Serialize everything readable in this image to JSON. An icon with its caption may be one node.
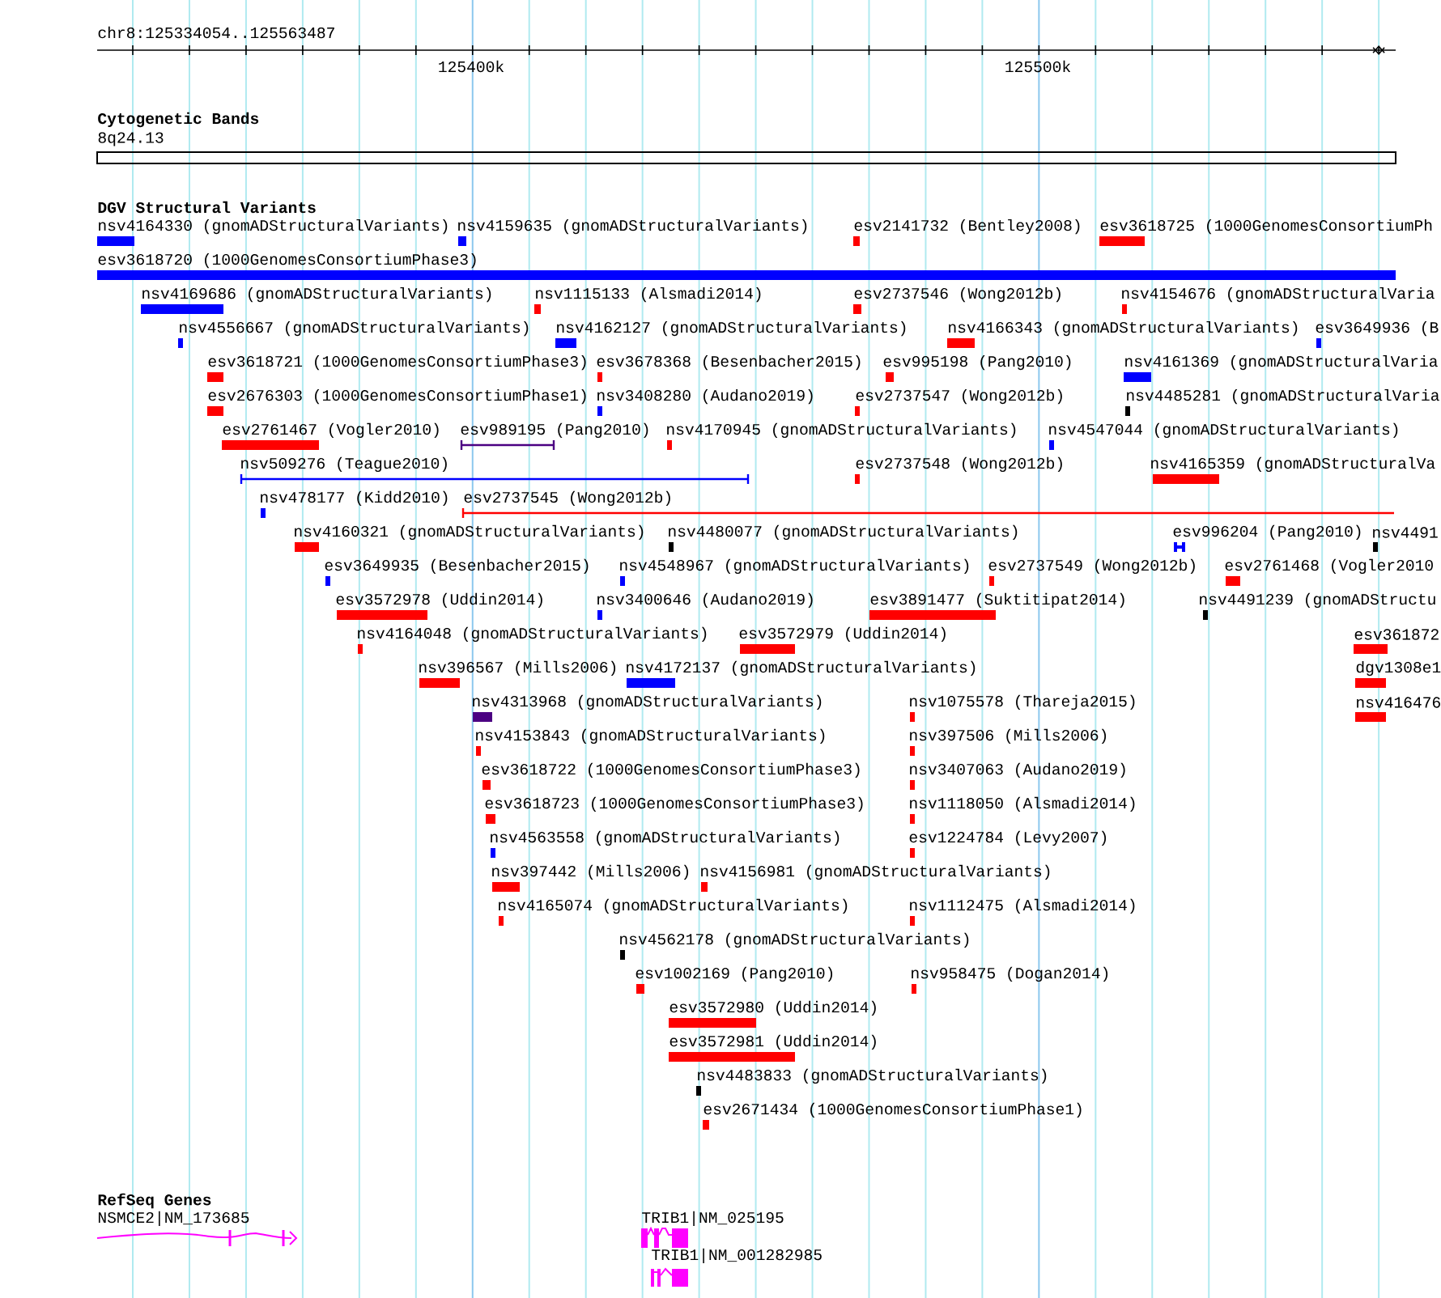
{
  "diagram": {
    "labels": [
      "chr8:125334054..125563487",
      "125400k",
      "125500k",
      "Cytogenetic Bands",
      "8q24.13",
      "DGV Structural Variants",
      "nsv4164330 (gnomADStructuralVariants)",
      "nsv4159635 (gnomADStructuralVariants)",
      "esv2141732 (Bentley2008)",
      "esv3618725 (1000GenomesConsortiumPh",
      "esv3618720 (1000GenomesConsortiumPhase3)",
      "nsv4169686 (gnomADStructuralVariants)",
      "nsv1115133 (Alsmadi2014)",
      "esv2737546 (Wong2012b)",
      "nsv4154676 (gnomADStructuralVaria",
      "nsv4556667 (gnomADStructuralVariants)",
      "nsv4162127 (gnomADStructuralVariants)",
      "nsv4166343 (gnomADStructuralVariants)",
      "esv3649936 (B",
      "esv3618721 (1000GenomesConsortiumPhase3)",
      "esv3678368 (Besenbacher2015)",
      "esv995198 (Pang2010)",
      "nsv4161369 (gnomADStructuralVaria",
      "esv2676303 (1000GenomesConsortiumPhase1)",
      "nsv3408280 (Audano2019)",
      "esv2737547 (Wong2012b)",
      "nsv4485281 (gnomADStructuralVaria",
      "esv2761467 (Vogler2010)",
      "esv989195 (Pang2010)",
      "nsv4170945 (gnomADStructuralVariants)",
      "nsv4547044 (gnomADStructuralVariants)",
      "nsv509276 (Teague2010)",
      "esv2737548 (Wong2012b)",
      "nsv4165359 (gnomADStructuralVa",
      "nsv478177 (Kidd2010)",
      "esv2737545 (Wong2012b)",
      "nsv4160321 (gnomADStructuralVariants)",
      "nsv4480077 (gnomADStructuralVariants)",
      "esv996204 (Pang2010)",
      "nsv4491",
      "esv3649935 (Besenbacher2015)",
      "nsv4548967 (gnomADStructuralVariants)",
      "esv2737549 (Wong2012b)",
      "esv2761468 (Vogler2010",
      "esv3572978 (Uddin2014)",
      "nsv3400646 (Audano2019)",
      "esv3891477 (Suktitipat2014)",
      "nsv4491239 (gnomADStructu",
      "nsv4164048 (gnomADStructuralVariants)",
      "esv3572979 (Uddin2014)",
      "esv361872",
      "nsv396567 (Mills2006)",
      "nsv4172137 (gnomADStructuralVariants)",
      "dgv1308e1",
      "nsv4313968 (gnomADStructuralVariants)",
      "nsv1075578 (Thareja2015)",
      "nsv416476",
      "nsv4153843 (gnomADStructuralVariants)",
      "nsv397506 (Mills2006)",
      "esv3618722 (1000GenomesConsortiumPhase3)",
      "nsv3407063 (Audano2019)",
      "esv3618723 (1000GenomesConsortiumPhase3)",
      "nsv1118050 (Alsmadi2014)",
      "nsv4563558 (gnomADStructuralVariants)",
      "esv1224784 (Levy2007)",
      "nsv397442 (Mills2006)",
      "nsv4156981 (gnomADStructuralVariants)",
      "nsv4165074 (gnomADStructuralVariants)",
      "nsv1112475 (Alsmadi2014)",
      "nsv4562178 (gnomADStructuralVariants)",
      "esv1002169 (Pang2010)",
      "nsv958475 (Dogan2014)",
      "esv3572980 (Uddin2014)",
      "esv3572981 (Uddin2014)",
      "nsv4483833 (gnomADStructuralVariants)",
      "esv2671434 (1000GenomesConsortiumPhase1)",
      "RefSeq Genes",
      "NSMCE2|NM_173685",
      "TRIB1|NM_025195",
      "TRIB1|NM_001282985"
    ]
  }
}
